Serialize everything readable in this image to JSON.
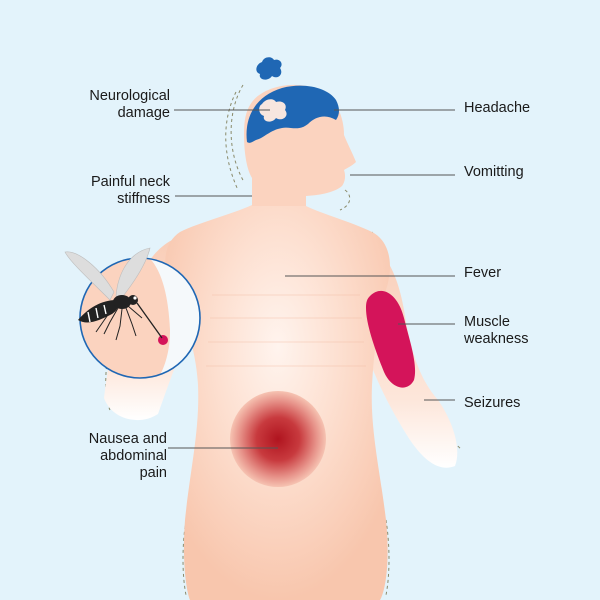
{
  "labels": {
    "neurological_damage": "Neurological\ndamage",
    "painful_neck_stiffness": "Painful neck\nstiffness",
    "nausea_abdominal_pain": "Nausea and\nabdominal\npain",
    "headache": "Headache",
    "vomitting": "Vomitting",
    "fever": "Fever",
    "muscle_weakness": "Muscle\nweakness",
    "seizures": "Seizures"
  },
  "colors": {
    "background": "#e3f3fb",
    "skin": "#fbd6c4",
    "brain": "#1f67b4",
    "muscle": "#d4145a",
    "abdomen": "#b51f2b",
    "leader_line": "#555555",
    "dashed_outline": "#8a8a6a"
  },
  "icons": {
    "mosquito": "mosquito-icon",
    "brain": "brain-icon"
  }
}
